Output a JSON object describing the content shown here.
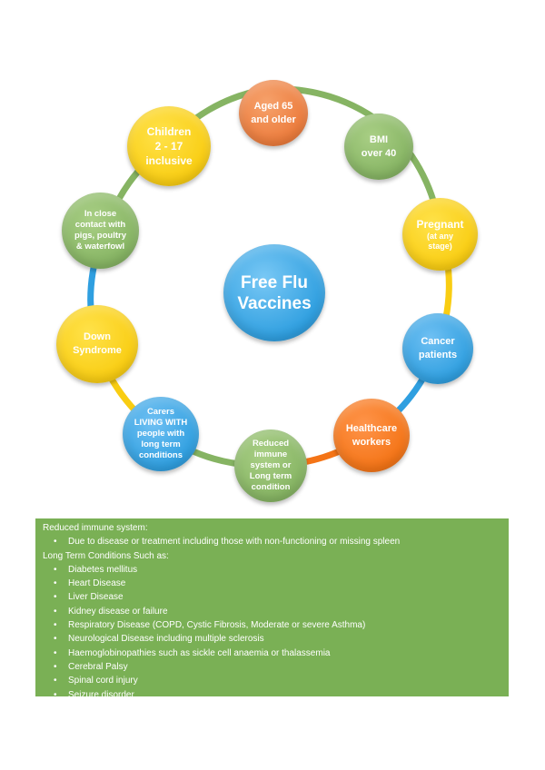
{
  "diagram": {
    "center": {
      "line1": "Free Flu",
      "line2": "Vaccines"
    },
    "nodes": [
      {
        "id": "aged-65",
        "lines": [
          "Aged 65",
          "and older"
        ],
        "sub": [],
        "color": "#ec7b3b"
      },
      {
        "id": "bmi-40",
        "lines": [
          "BMI",
          "over 40"
        ],
        "sub": [],
        "color": "#86b463"
      },
      {
        "id": "pregnant",
        "lines": [
          "Pregnant"
        ],
        "sub": [
          "(at any",
          "stage)"
        ],
        "color": "#f9cd12"
      },
      {
        "id": "cancer",
        "lines": [
          "Cancer",
          "patients"
        ],
        "sub": [],
        "color": "#2f9fe0"
      },
      {
        "id": "healthcare",
        "lines": [
          "Healthcare",
          "workers"
        ],
        "sub": [],
        "color": "#f47416"
      },
      {
        "id": "reduced-immune",
        "lines": [
          "Reduced",
          "immune",
          "system or",
          "Long term",
          "condition"
        ],
        "sub": [],
        "color": "#86b463"
      },
      {
        "id": "carers",
        "lines": [
          "Carers",
          "LIVING WITH",
          "people with",
          "long term",
          "conditions"
        ],
        "sub": [],
        "color": "#2f9fe0"
      },
      {
        "id": "down-syndrome",
        "lines": [
          "Down",
          "Syndrome"
        ],
        "sub": [],
        "color": "#f9cd12"
      },
      {
        "id": "close-contact",
        "lines": [
          "In close",
          "contact with",
          "pigs, poultry",
          "& waterfowl"
        ],
        "sub": [],
        "color": "#86b463"
      },
      {
        "id": "children",
        "lines": [
          "Children",
          "2 - 17",
          "inclusive"
        ],
        "sub": [],
        "color": "#f9cd12"
      }
    ]
  },
  "info": {
    "heading1": "Reduced immune system:",
    "items1": [
      "Due to disease or treatment including those with non-functioning or missing spleen"
    ],
    "heading2": "Long Term Conditions Such as:",
    "items2": [
      "Diabetes mellitus",
      "Heart Disease",
      "Liver Disease",
      "Kidney disease or failure",
      "Respiratory Disease (COPD, Cystic Fibrosis, Moderate or severe Asthma)",
      "Neurological Disease including multiple sclerosis",
      "Haemoglobinopathies such as sickle cell anaemia or thalassemia",
      "Cerebral Palsy",
      "Spinal cord injury",
      "Seizure disorder"
    ]
  }
}
